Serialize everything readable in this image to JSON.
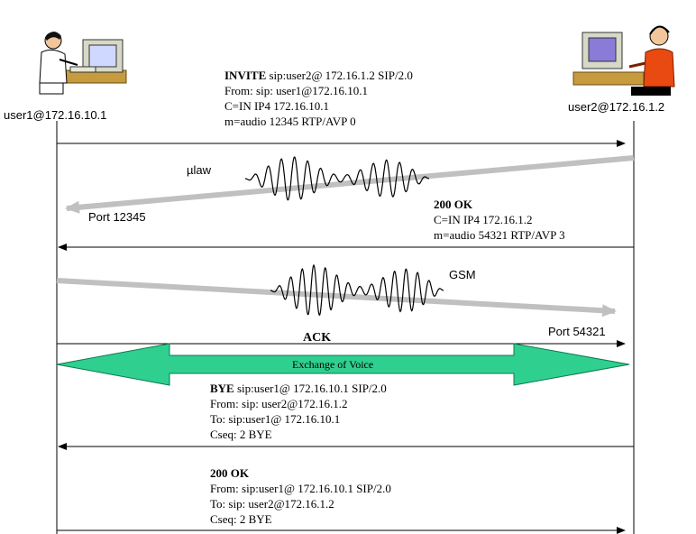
{
  "colors": {
    "message_line": "#000000",
    "media_stream": "#c0c0c0",
    "voice_band": "#2fcf8f",
    "wave": "#000000"
  },
  "participants": {
    "left": {
      "label": "user1@172.16.10.1",
      "icon": "user-at-computer-icon"
    },
    "right": {
      "label": "user2@172.16.1.2",
      "icon": "user-with-headset-at-computer-icon"
    }
  },
  "messages": {
    "invite": {
      "method": "INVITE",
      "request_uri": " sip:user2@ 172.16.1.2 SIP/2.0",
      "from": "From: sip: user1@172.16.10.1",
      "connection": "C=IN IP4 172.16.10.1",
      "media": "m=audio 12345 RTP/AVP 0"
    },
    "ok1": {
      "status": "200 OK",
      "connection": "C=IN IP4 172.16.1.2",
      "media": "m=audio 54321 RTP/AVP 3"
    },
    "ack": {
      "method": "ACK"
    },
    "bye": {
      "method": "BYE",
      "request_uri": " sip:user1@ 172.16.10.1 SIP/2.0",
      "from": "From: sip: user2@172.16.1.2",
      "to": "To: sip:user1@ 172.16.10.1",
      "cseq": "Cseq: 2 BYE"
    },
    "ok2": {
      "status": "200 OK",
      "from": "From: sip:user1@ 172.16.10.1 SIP/2.0",
      "to": "To: sip: user2@172.16.1.2",
      "cseq": "Cseq: 2 BYE"
    }
  },
  "media_streams": {
    "ulaw": {
      "codec": "µlaw",
      "port": "Port 12345"
    },
    "gsm": {
      "codec": "GSM",
      "port": "Port 54321"
    }
  },
  "voice_exchange": {
    "label": "Exchange of Voice"
  }
}
